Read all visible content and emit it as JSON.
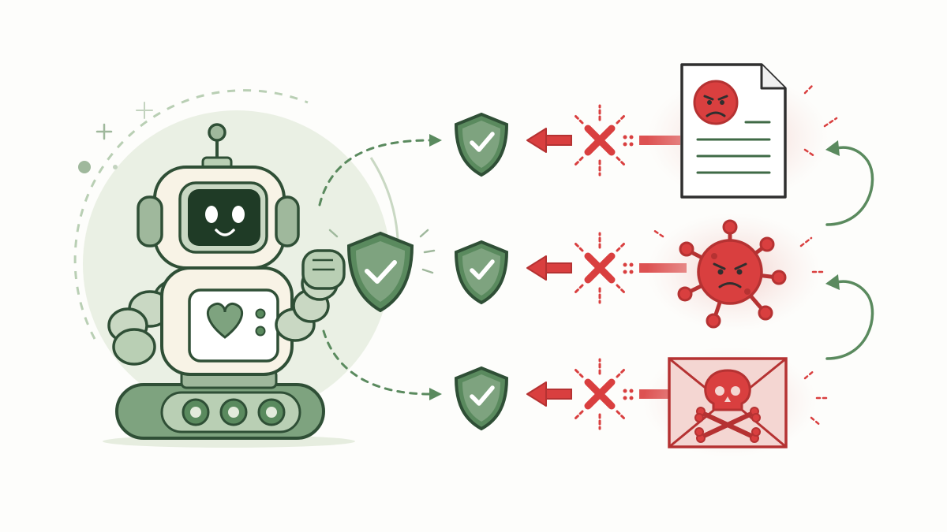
{
  "scene": {
    "palette": {
      "ink": "#2f4f36",
      "green_dark": "#5a8a5e",
      "green_mid": "#7ea37f",
      "green_light": "#b9cfb4",
      "green_pale": "#e3ebdc",
      "cream": "#f8f3e6",
      "red": "#d93f3f",
      "red_dark": "#b53232",
      "red_pale": "#f4d6d2",
      "red_wash": "#f7e3e0",
      "screen": "#1f3b26"
    },
    "icons": [
      "robot-icon",
      "heart-icon",
      "shield-check-icon",
      "cross-icon",
      "left-arrow-icon",
      "angry-document-icon",
      "virus-icon",
      "skull-envelope-icon",
      "curved-arrow-icon"
    ],
    "rows": [
      {
        "threat": "angry-document",
        "blocked": true
      },
      {
        "threat": "virus",
        "blocked": true
      },
      {
        "threat": "skull-envelope",
        "blocked": true
      }
    ]
  }
}
